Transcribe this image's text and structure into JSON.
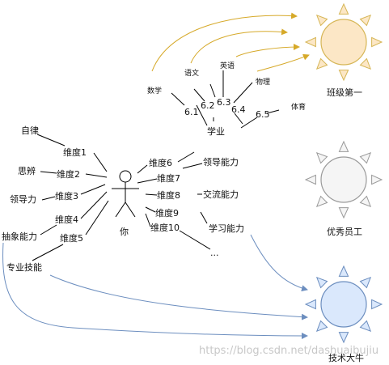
{
  "center": {
    "label": "你"
  },
  "left_traits": [
    {
      "label": "自律",
      "dim": "维度1"
    },
    {
      "label": "思辨",
      "dim": "维度2"
    },
    {
      "label": "领导力",
      "dim": "维度3"
    },
    {
      "label": "抽象能力",
      "dim": "维度4"
    },
    {
      "label": "专业技能",
      "dim": "维度5"
    }
  ],
  "right_traits": [
    {
      "label": "学业",
      "dim": "维度6"
    },
    {
      "label": "领导能力",
      "dim": "维度7"
    },
    {
      "label": "交流能力",
      "dim": "维度8"
    },
    {
      "label": "",
      "dim": "维度9"
    },
    {
      "label": "学习能力",
      "dim": "维度10"
    }
  ],
  "ellipsis": "...",
  "subjects": [
    {
      "label": "数学",
      "dim": "6.1"
    },
    {
      "label": "语文",
      "dim": "6.2"
    },
    {
      "label": "英语",
      "dim": "6.3"
    },
    {
      "label": "物理",
      "dim": "6.4"
    },
    {
      "label": "体育",
      "dim": "6.5"
    }
  ],
  "outcomes": [
    {
      "label": "班级第一",
      "fill": "#fce7c6",
      "stroke": "#d6b656"
    },
    {
      "label": "优秀员工",
      "fill": "#f5f5f5",
      "stroke": "#9a9a9a"
    },
    {
      "label": "技术大牛",
      "fill": "#dae8fc",
      "stroke": "#6c8ebf"
    }
  ],
  "colors": {
    "gold_arrow": "#d6a929",
    "blue_arrow": "#6c8ebf",
    "line": "#000000"
  },
  "watermark": "https://blog.csdn.net/dashuaibujiu"
}
